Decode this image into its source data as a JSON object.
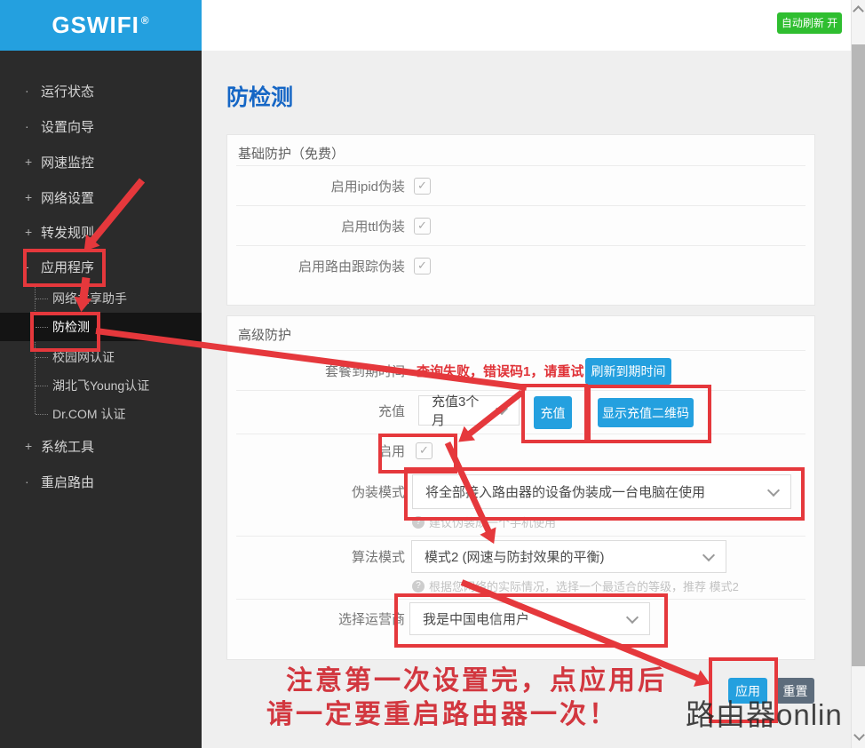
{
  "sidebar": {
    "logo": "GSWIFI",
    "logo_sup": "®",
    "items": [
      {
        "prefix": "·",
        "label": "运行状态"
      },
      {
        "prefix": "·",
        "label": "设置向导"
      },
      {
        "prefix": "+",
        "label": "网速监控"
      },
      {
        "prefix": "+",
        "label": "网络设置"
      },
      {
        "prefix": "+",
        "label": "转发规则"
      },
      {
        "prefix": "-",
        "label": "应用程序"
      },
      {
        "prefix": "+",
        "label": "系统工具"
      },
      {
        "prefix": "·",
        "label": "重启路由"
      }
    ],
    "sub_items": [
      {
        "label": "网络共享助手"
      },
      {
        "label": "防检测"
      },
      {
        "label": "校园网认证"
      },
      {
        "label": "湖北飞Young认证"
      },
      {
        "label": "Dr.COM 认证"
      }
    ]
  },
  "header": {
    "auto_refresh_label": "自动刷新 开"
  },
  "page": {
    "title": "防检测"
  },
  "basic_card": {
    "title": "基础防护（免费）",
    "rows": [
      {
        "label": "启用ipid伪装",
        "checked": true
      },
      {
        "label": "启用ttl伪装",
        "checked": true
      },
      {
        "label": "启用路由跟踪伪装",
        "checked": true
      }
    ]
  },
  "advanced_card": {
    "title": "高级防护",
    "expire_label": "套餐到期时间",
    "expire_error": "查询失败，错误码1，请重试",
    "refresh_button": "刷新到期时间",
    "recharge_label": "充值",
    "recharge_select": "充值3个月",
    "recharge_button": "充值",
    "qr_button": "显示充值二维码",
    "enable_label": "启用",
    "disguise_label": "伪装模式",
    "disguise_select": "将全部接入路由器的设备伪装成一台电脑在使用",
    "disguise_help": "建议伪装成一个手机使用",
    "algo_label": "算法模式",
    "algo_select": "模式2 (网速与防封效果的平衡)",
    "algo_help": "根据您网络的实际情况，选择一个最适合的等级，推荐 模式2",
    "isp_label": "选择运营商",
    "isp_select": "我是中国电信用户"
  },
  "footer": {
    "apply_button": "应用",
    "reset_button": "重置"
  },
  "annotations": {
    "note_line1": "注意第一次设置完，点应用后",
    "note_line2": "请一定要重启路由器一次！",
    "watermark": "路由器onlin"
  },
  "icons": {
    "check": "✓",
    "help": "?"
  },
  "colors": {
    "accent_blue": "#24a0df",
    "accent_green": "#2fbe30",
    "title_blue": "#1566c5",
    "anno_red": "#e5383c",
    "note_red": "#d2373f",
    "error_red": "#e03237",
    "slate": "#5d6c7c"
  }
}
